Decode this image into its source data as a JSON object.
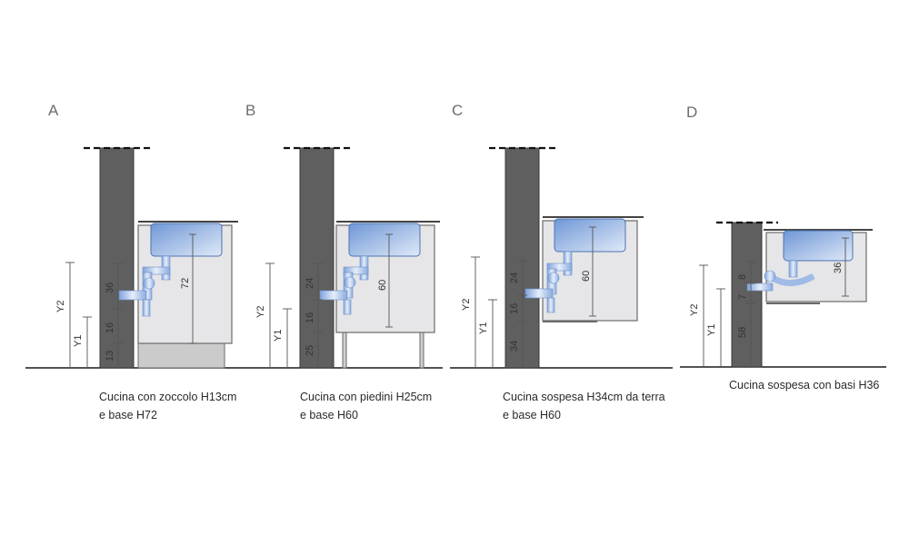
{
  "colors": {
    "wall": "#5f5f5f",
    "cabinet_fill": "#e6e6e8",
    "cabinet_edge": "#6a6a6a",
    "sink": "#8fb0e3",
    "sink_light": "#dde8f8",
    "pipe": "#a9c3ea",
    "dim_line": "#555555",
    "floor": "#1a1a1a",
    "plinth": "#c8c8c8"
  },
  "panels": [
    {
      "letter": "A",
      "caption_line1": "Cucina con zoccolo H13cm",
      "caption_line2": "e base H72",
      "labels": {
        "y2": "Y2",
        "y1": "Y1",
        "dim_lower": "13",
        "dim_mid": "16",
        "dim_upper": "36",
        "dim_sink": "72"
      }
    },
    {
      "letter": "B",
      "caption_line1": "Cucina con piedini H25cm",
      "caption_line2": "e base H60",
      "labels": {
        "y2": "Y2",
        "y1": "Y1",
        "dim_lower": "25",
        "dim_mid": "16",
        "dim_upper": "24",
        "dim_sink": "60"
      }
    },
    {
      "letter": "C",
      "caption_line1": "Cucina sospesa H34cm da terra",
      "caption_line2": "e base H60",
      "labels": {
        "y2": "Y2",
        "y1": "Y1",
        "dim_lower": "34",
        "dim_mid": "16",
        "dim_upper": "24",
        "dim_sink": "60"
      }
    },
    {
      "letter": "D",
      "caption_line1": "Cucina sospesa con basi H36",
      "caption_line2": "",
      "labels": {
        "y2": "Y2",
        "y1": "Y1",
        "dim_lower": "58",
        "dim_mid": "7",
        "dim_upper": "8",
        "dim_sink": "36"
      }
    }
  ]
}
